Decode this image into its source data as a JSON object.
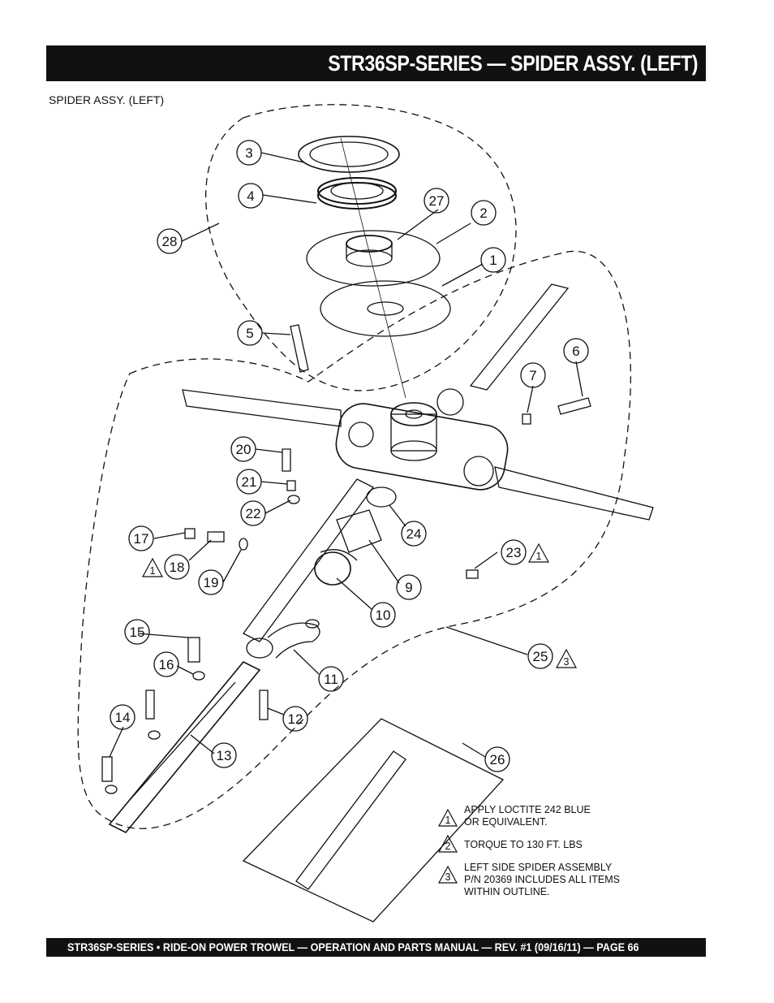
{
  "header": {
    "title": "STR36SP-SERIES — SPIDER ASSY. (LEFT)"
  },
  "subtitle": "SPIDER ASSY. (LEFT)",
  "callouts": [
    "1",
    "2",
    "3",
    "4",
    "5",
    "6",
    "7",
    "9",
    "10",
    "11",
    "12",
    "13",
    "14",
    "15",
    "16",
    "17",
    "18",
    "19",
    "20",
    "21",
    "22",
    "23",
    "24",
    "25",
    "26",
    "27",
    "28"
  ],
  "notes": {
    "note1": {
      "marker": "1",
      "line1": "APPLY LOCTITE  242 BLUE",
      "line2": "OR EQUIVALENT."
    },
    "note2": {
      "marker": "2",
      "line1": "TORQUE TO 130 FT. LBS"
    },
    "note3": {
      "marker": "3",
      "line1": "LEFT SIDE SPIDER ASSEMBLY",
      "line2": "P/N 20369 INCLUDES ALL ITEMS",
      "line3": "WITHIN OUTLINE."
    }
  },
  "flags": {
    "item18": "1",
    "item23": "1",
    "item25": "3"
  },
  "footer": "STR36SP-SERIES • RIDE-ON POWER TROWEL —  OPERATION AND PARTS MANUAL — REV. #1  (09/16/11) — PAGE 66"
}
